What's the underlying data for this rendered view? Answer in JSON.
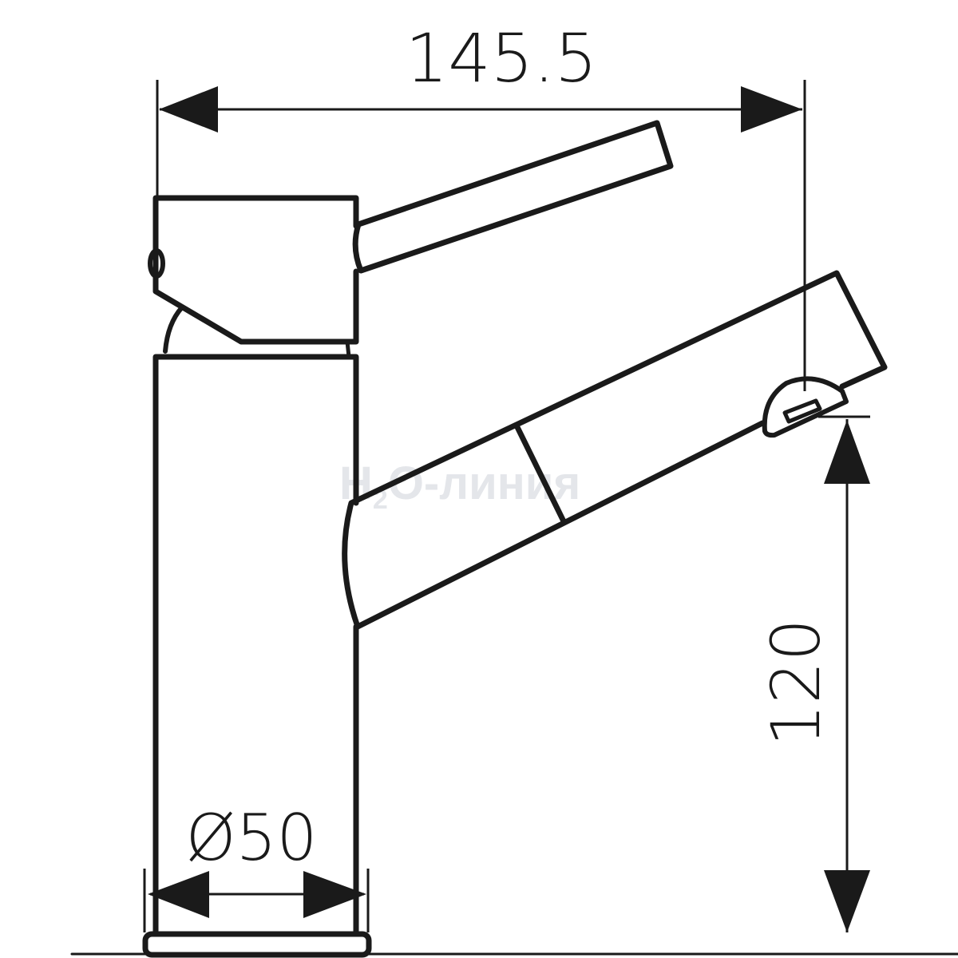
{
  "dimensions": {
    "width_label": "145.5",
    "height_label": "120",
    "diameter_label": "Ø50"
  },
  "watermark": {
    "text_main": "H",
    "text_sub": "2",
    "text_rest": "O-линия"
  },
  "colors": {
    "line": "#1a1a1a",
    "watermark": "#e4e6ea"
  }
}
